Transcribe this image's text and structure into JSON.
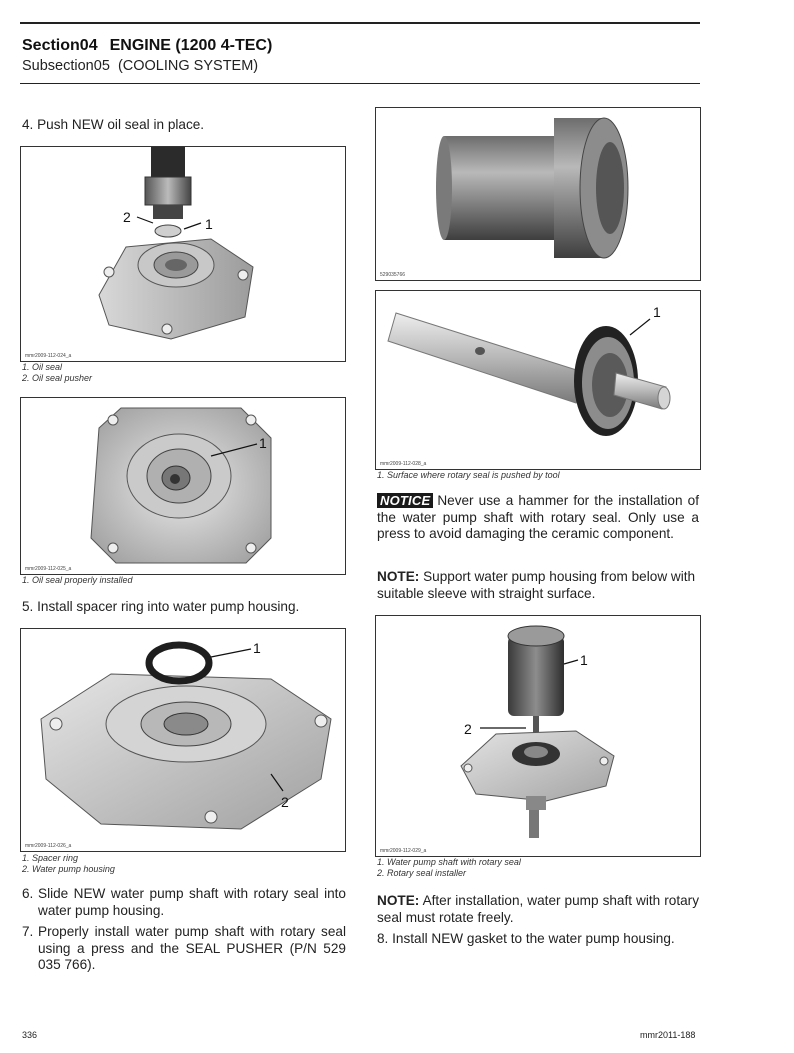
{
  "header": {
    "section_label": "Section",
    "section_num": "04",
    "section_title": "ENGINE (1200 4-TEC)",
    "subsection_label": "Subsection",
    "subsection_num": "05",
    "subsection_title": "(COOLING SYSTEM)"
  },
  "left": {
    "step4": "4. Push NEW oil seal in place.",
    "fig1": {
      "id": "mmr2009-112-024_a",
      "captions": [
        "1.  Oil seal",
        "2.  Oil seal pusher"
      ],
      "callouts": [
        "1",
        "2"
      ]
    },
    "fig2": {
      "id": "mmr2009-112-025_a",
      "captions": [
        "1.  Oil seal properly installed"
      ],
      "callouts": [
        "1"
      ]
    },
    "step5": "5. Install spacer ring into water pump housing.",
    "fig3": {
      "id": "mmr2009-112-026_a",
      "captions": [
        "1.  Spacer ring",
        "2.  Water pump housing"
      ],
      "callouts": [
        "1",
        "2"
      ]
    },
    "step6": {
      "num": "6.",
      "text": "Slide NEW water pump shaft with rotary seal into water pump housing."
    },
    "step7": {
      "num": "7.",
      "text": "Properly install water pump shaft with rotary seal using a press and the SEAL PUSHER (P/N 529 035 766)."
    }
  },
  "right": {
    "fig4": {
      "id": "529035766"
    },
    "fig5": {
      "id": "mmr2009-112-028_a",
      "captions": [
        "1.  Surface where rotary seal is pushed by tool"
      ],
      "callouts": [
        "1"
      ]
    },
    "notice": {
      "badge": "NOTICE",
      "text": "Never use a hammer for the installation of the water pump shaft with rotary seal. Only use a press to avoid damaging the ceramic component."
    },
    "note1": {
      "label": "NOTE:",
      "text": "Support water pump housing from below with suitable sleeve with straight surface."
    },
    "fig6": {
      "id": "mmr2009-112-029_a",
      "captions": [
        "1.  Water pump shaft with rotary seal",
        "2.  Rotary seal installer"
      ],
      "callouts": [
        "1",
        "2"
      ]
    },
    "note2": {
      "label": "NOTE:",
      "text": "After installation, water pump shaft with rotary seal must rotate freely."
    },
    "step8": "8. Install NEW gasket to the water pump housing."
  },
  "footer": {
    "page": "336",
    "code": "mmr2011-188"
  }
}
